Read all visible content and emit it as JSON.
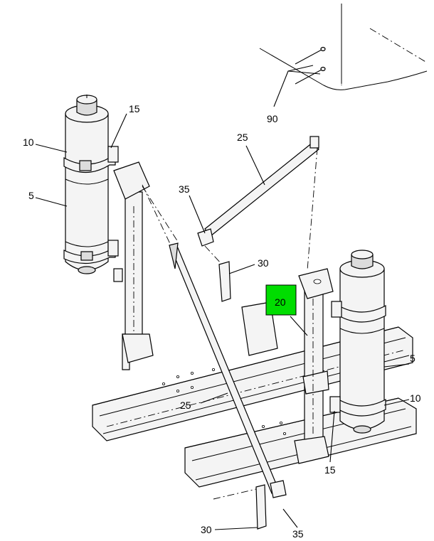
{
  "callouts": {
    "c90": "90",
    "c25_top": "25",
    "c15_left": "15",
    "c10_left": "10",
    "c5_left": "5",
    "c35_top": "35",
    "c30_mid": "30",
    "c20": "20",
    "c5_right": "5",
    "c10_right": "10",
    "c25_bottom": "25",
    "c15_right": "15",
    "c30_bottom": "30",
    "c35_bottom": "35"
  },
  "colors": {
    "highlight": "#00dd00",
    "line": "#000000",
    "background": "#ffffff"
  }
}
